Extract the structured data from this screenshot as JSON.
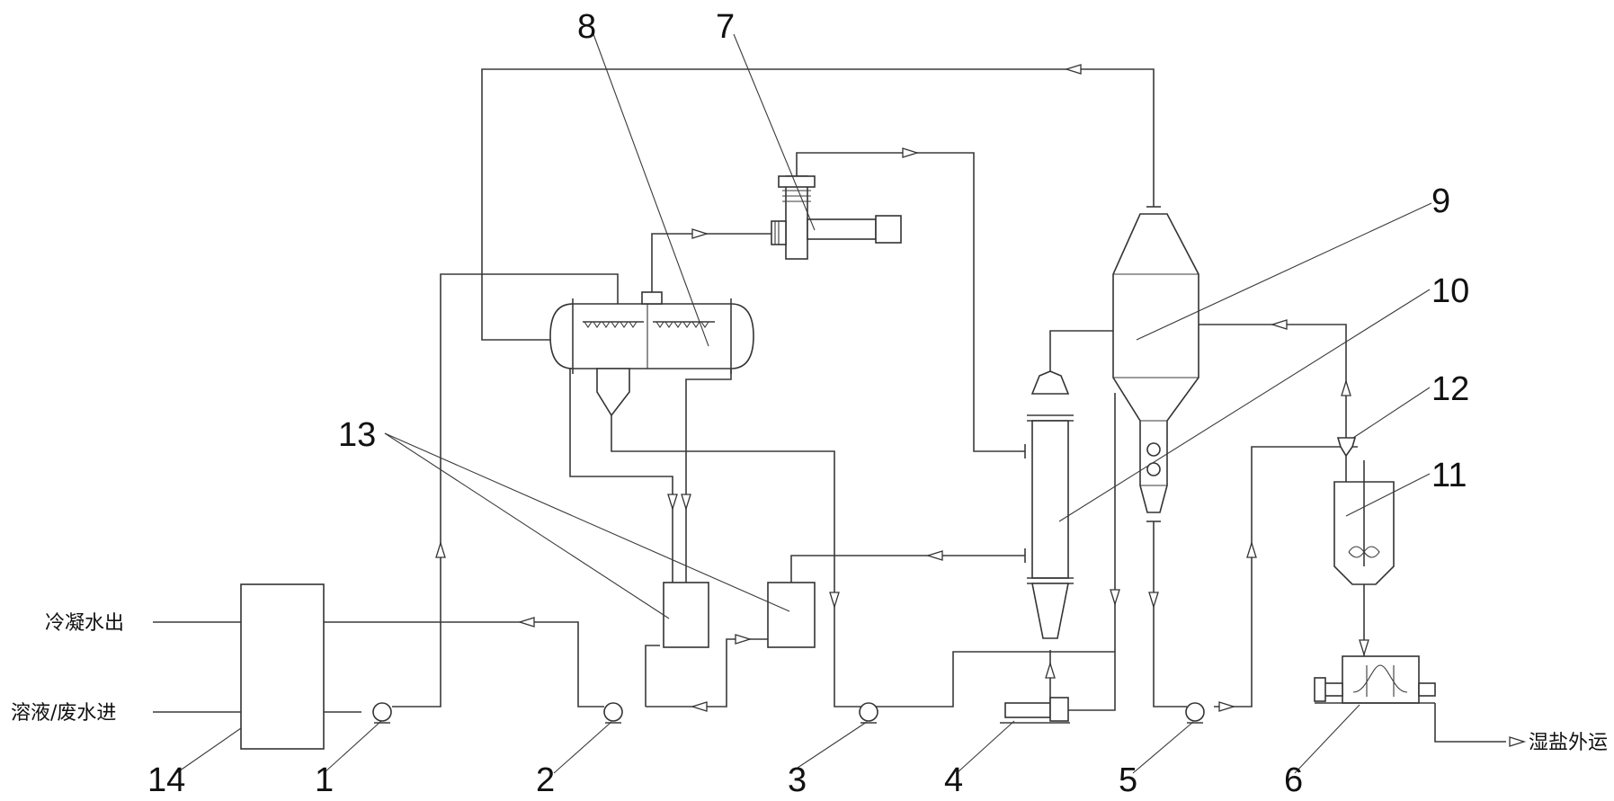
{
  "labels": {
    "n1": "1",
    "n2": "2",
    "n3": "3",
    "n4": "4",
    "n5": "5",
    "n6": "6",
    "n7": "7",
    "n8": "8",
    "n9": "9",
    "n10": "10",
    "n11": "11",
    "n12": "12",
    "n13": "13",
    "n14": "14"
  },
  "streams": {
    "condensate_out": "冷凝水出",
    "solution_in": "溶液/废水进",
    "wet_salt_out": "湿盐外运"
  }
}
